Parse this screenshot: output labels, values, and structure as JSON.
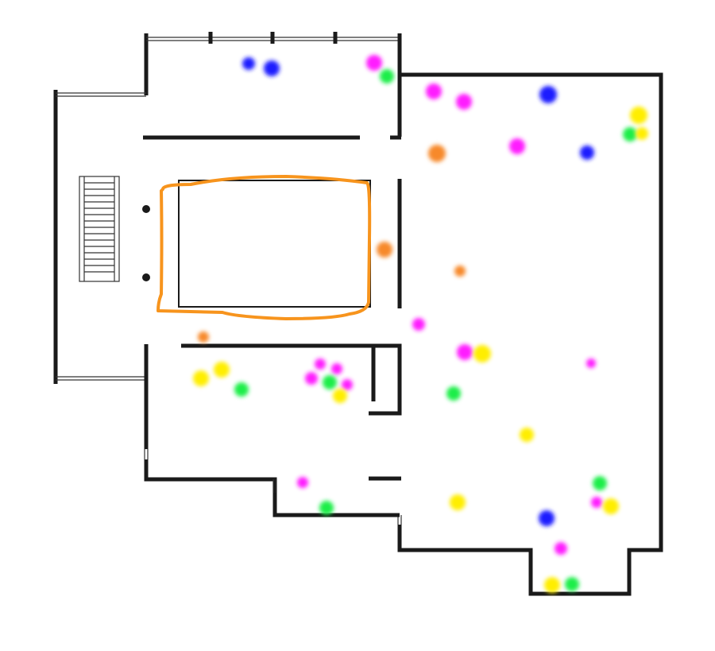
{
  "colors": {
    "wall": "#1a1a1a",
    "highlight": "#f7941d",
    "blue": "#1a1aff",
    "magenta": "#ff1aff",
    "green": "#1aee4a",
    "yellow": "#ffee00",
    "orange": "#f7892a"
  },
  "legend_counts": {
    "blue": 5,
    "magenta": 14,
    "green": 8,
    "yellow": 10,
    "orange": 4
  }
}
